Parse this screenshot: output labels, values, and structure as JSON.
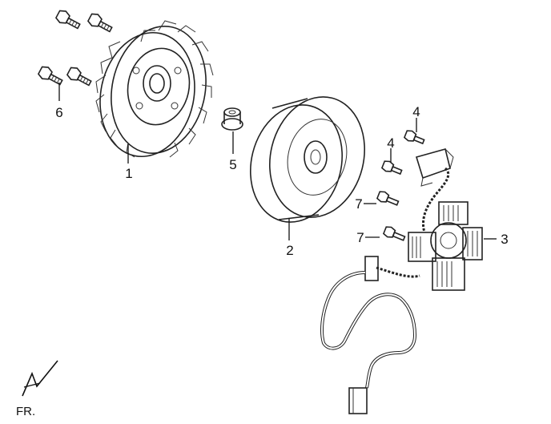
{
  "callouts": [
    "1",
    "2",
    "3",
    "4",
    "4",
    "5",
    "6",
    "7",
    "7"
  ],
  "orientation_marker": "FR.",
  "parts": [
    {
      "callout": "1",
      "name": "cooling-fan"
    },
    {
      "callout": "2",
      "name": "flywheel-rotor"
    },
    {
      "callout": "3",
      "name": "stator-coil"
    },
    {
      "callout": "4",
      "name": "bolt"
    },
    {
      "callout": "5",
      "name": "flange-nut"
    },
    {
      "callout": "6",
      "name": "fan-bolt"
    },
    {
      "callout": "7",
      "name": "stator-bolt"
    }
  ]
}
